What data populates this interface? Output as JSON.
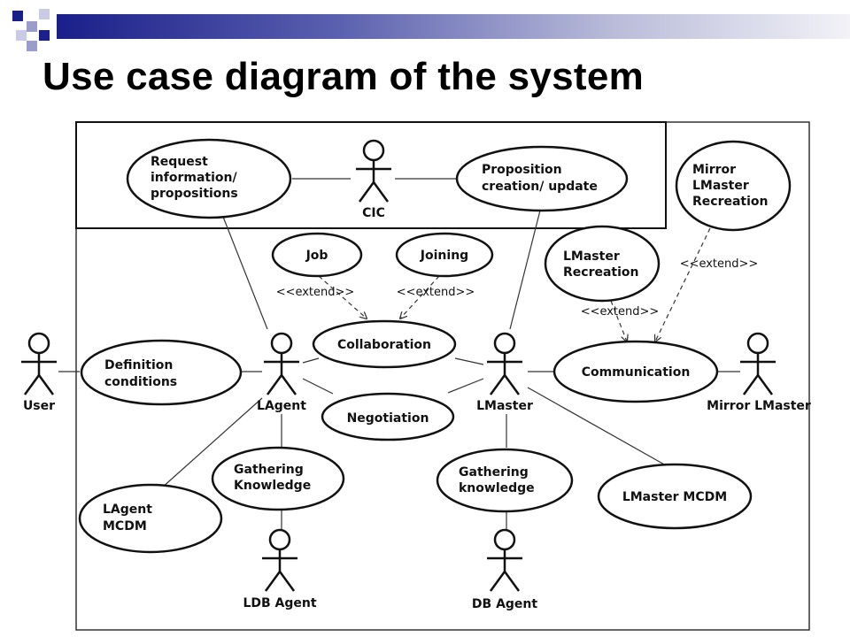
{
  "slide": {
    "title": "Use case diagram of the system",
    "colors": {
      "accent": "#1a1f8a",
      "accent_light": "#9a9ccc",
      "line": "#333333"
    }
  },
  "diagram": {
    "actors": {
      "cic": "CIC",
      "user": "User",
      "lagent": "LAgent",
      "lmaster": "LMaster",
      "mirror": "Mirror LMaster",
      "ldb": "LDB Agent",
      "db": "DB Agent"
    },
    "usecases": {
      "request": [
        "Request",
        "information/",
        "propositions"
      ],
      "proposition": [
        "Proposition",
        "creation/ update"
      ],
      "mirror_rec": [
        "Mirror",
        "LMaster",
        "Recreation"
      ],
      "job": [
        "Job"
      ],
      "joining": [
        "Joining"
      ],
      "lmaster_rec": [
        "LMaster",
        "Recreation"
      ],
      "collaboration": [
        "Collaboration"
      ],
      "definition": [
        "Definition",
        "conditions"
      ],
      "negotiation": [
        "Negotiation"
      ],
      "communication": [
        "Communication"
      ],
      "gathering1": [
        "Gathering",
        "Knowledge"
      ],
      "gathering2": [
        "Gathering",
        "knowledge"
      ],
      "lagent_mcdm": [
        "LAgent",
        "MCDM"
      ],
      "lmaster_mcdm": [
        "LMaster MCDM"
      ]
    },
    "extend_label": "<<extend>>"
  }
}
